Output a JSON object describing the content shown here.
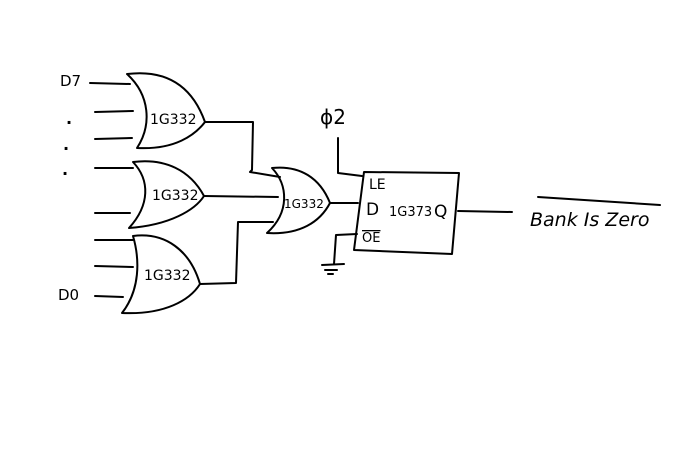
{
  "diagram": {
    "inputs": {
      "top_label": "D7",
      "bottom_label": "D0",
      "ellipsis": ".",
      "count": 8
    },
    "gates": [
      {
        "id": "or1",
        "type": "OR",
        "part": "1G332"
      },
      {
        "id": "or2",
        "type": "OR",
        "part": "1G332"
      },
      {
        "id": "or3",
        "type": "OR",
        "part": "1G332"
      },
      {
        "id": "or4",
        "type": "OR",
        "part": "1G332"
      }
    ],
    "latch": {
      "part": "1G373",
      "pin_le": "LE",
      "pin_d": "D",
      "pin_oe": "OE",
      "pin_q": "Q"
    },
    "clock_label": "ϕ2",
    "output_label": "Bank Is Zero",
    "ground": "ground"
  }
}
